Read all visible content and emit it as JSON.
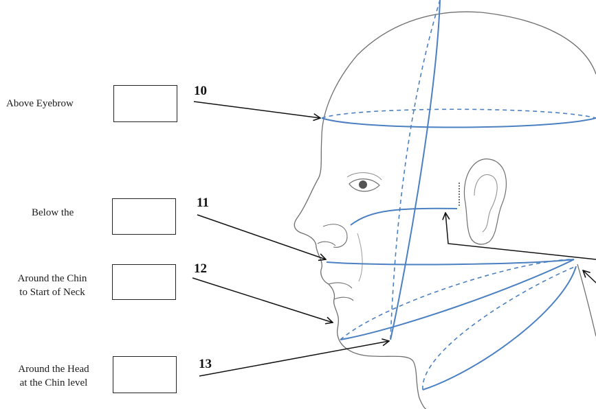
{
  "labels": {
    "above_eyebrow": "Above Eyebrow",
    "below_the": "Below the",
    "around_chin_line1": "Around the Chin",
    "around_chin_line2": "to Start of Neck",
    "around_head_line1": "Around the Head",
    "around_head_line2": "at  the Chin level"
  },
  "numbers": {
    "n10": "10",
    "n11": "11",
    "n12": "12",
    "n13": "13"
  },
  "colors": {
    "measurement_line": "#4a7fc1",
    "outline": "#6e6e6e",
    "arrow": "#111111"
  }
}
